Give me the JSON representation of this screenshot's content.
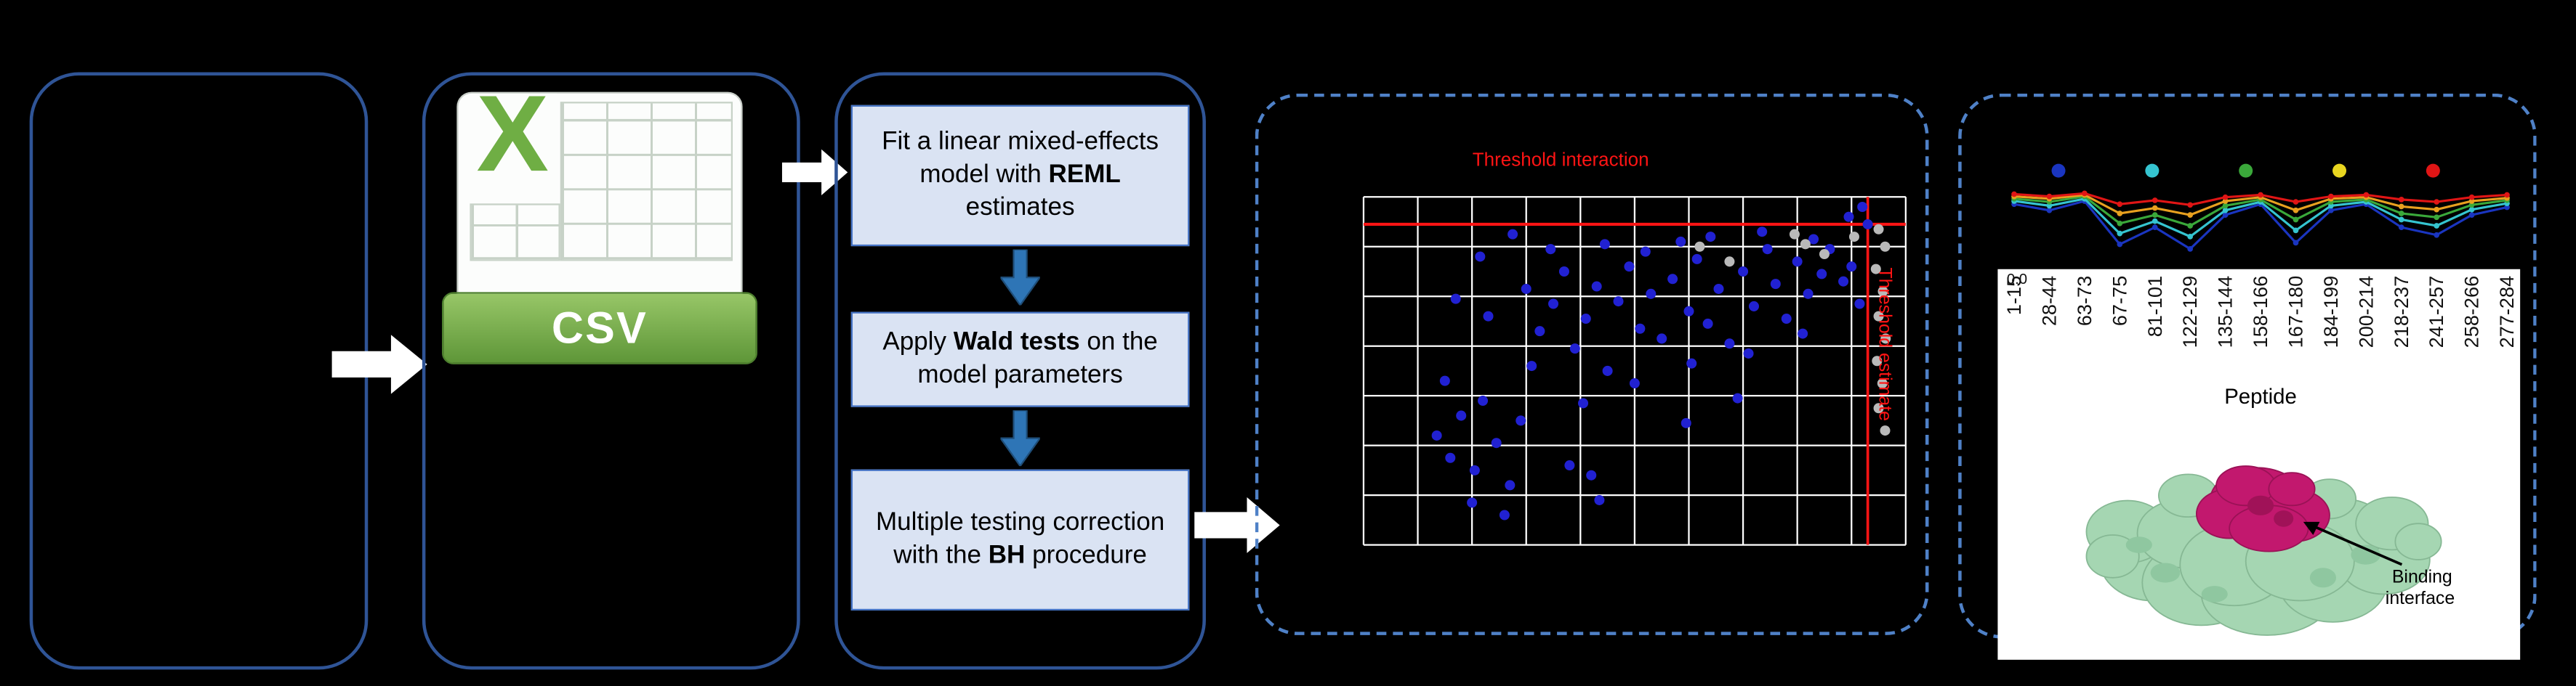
{
  "figure": {
    "csv_icon": {
      "letter": "X",
      "label": "CSV"
    },
    "steps": [
      {
        "before": "Fit a linear mixed-effects model with ",
        "bold": "REML",
        "after": " estimates"
      },
      {
        "before": "Apply ",
        "bold": "Wald tests",
        "after": " on the model parameters"
      },
      {
        "before": "Multiple testing correction with the ",
        "bold": "BH",
        "after": " procedure"
      }
    ],
    "protein_label_line1": "Binding",
    "protein_label_line2": "interface"
  },
  "chart_data": [
    {
      "id": "significance-scatter",
      "type": "scatter",
      "xlim": [
        0,
        10
      ],
      "ylim": [
        0,
        7
      ],
      "grid": true,
      "grid_color": "#ffffff",
      "threshold_color": "#ff1414",
      "thresholds": {
        "hline_y": 6.45,
        "vline_x": 9.3
      },
      "threshold_labels": {
        "top": "Threshold interaction",
        "right": "Threshold estimate"
      },
      "series": [
        {
          "color": "#2121d2",
          "points": [
            [
              1.35,
              2.2
            ],
            [
              1.6,
              1.75
            ],
            [
              1.8,
              2.6
            ],
            [
              2.05,
              1.5
            ],
            [
              2.2,
              2.9
            ],
            [
              2.45,
              2.05
            ],
            [
              2.7,
              1.2
            ],
            [
              1.5,
              3.3
            ],
            [
              2.9,
              2.5
            ],
            [
              2.0,
              0.85
            ],
            [
              2.6,
              0.6
            ],
            [
              3.1,
              3.6
            ],
            [
              3.25,
              4.3
            ],
            [
              3.0,
              5.15
            ],
            [
              3.5,
              4.85
            ],
            [
              3.7,
              5.5
            ],
            [
              3.45,
              5.95
            ],
            [
              3.9,
              3.95
            ],
            [
              4.1,
              4.55
            ],
            [
              4.3,
              5.2
            ],
            [
              4.05,
              2.85
            ],
            [
              4.5,
              3.5
            ],
            [
              4.7,
              4.9
            ],
            [
              4.9,
              5.6
            ],
            [
              4.45,
              6.05
            ],
            [
              5.1,
              4.35
            ],
            [
              5.3,
              5.05
            ],
            [
              5.0,
              3.25
            ],
            [
              5.5,
              4.15
            ],
            [
              5.7,
              5.35
            ],
            [
              5.2,
              5.9
            ],
            [
              5.85,
              6.1
            ],
            [
              6.0,
              4.7
            ],
            [
              6.15,
              5.75
            ],
            [
              6.35,
              4.45
            ],
            [
              6.05,
              3.65
            ],
            [
              6.55,
              5.15
            ],
            [
              6.75,
              4.05
            ],
            [
              6.4,
              6.2
            ],
            [
              7.0,
              5.5
            ],
            [
              7.2,
              4.8
            ],
            [
              7.45,
              5.95
            ],
            [
              7.1,
              3.85
            ],
            [
              7.6,
              5.25
            ],
            [
              7.8,
              4.55
            ],
            [
              7.35,
              6.3
            ],
            [
              8.0,
              5.7
            ],
            [
              8.2,
              5.05
            ],
            [
              8.45,
              5.45
            ],
            [
              8.1,
              4.25
            ],
            [
              8.6,
              5.95
            ],
            [
              8.85,
              5.3
            ],
            [
              8.3,
              6.15
            ],
            [
              9.0,
              5.6
            ],
            [
              9.15,
              4.85
            ],
            [
              9.3,
              6.45
            ],
            [
              8.95,
              6.6
            ],
            [
              9.2,
              6.8
            ],
            [
              4.2,
              1.4
            ],
            [
              5.95,
              2.45
            ],
            [
              6.9,
              2.95
            ],
            [
              4.35,
              0.9
            ],
            [
              2.3,
              4.6
            ],
            [
              1.7,
              4.95
            ],
            [
              2.15,
              5.8
            ],
            [
              2.75,
              6.25
            ],
            [
              3.8,
              1.6
            ]
          ]
        },
        {
          "color": "#b9b9b9",
          "points": [
            [
              9.5,
              6.35
            ],
            [
              9.62,
              6.0
            ],
            [
              9.45,
              5.55
            ],
            [
              9.58,
              5.1
            ],
            [
              9.5,
              4.6
            ],
            [
              9.63,
              4.15
            ],
            [
              9.47,
              3.7
            ],
            [
              9.57,
              3.25
            ],
            [
              9.5,
              2.75
            ],
            [
              9.62,
              2.3
            ],
            [
              8.15,
              6.05
            ],
            [
              8.5,
              5.85
            ],
            [
              7.95,
              6.25
            ],
            [
              9.05,
              6.2
            ],
            [
              6.2,
              6.0
            ],
            [
              6.75,
              5.7
            ]
          ]
        }
      ]
    },
    {
      "id": "deuterium-uptake-profile",
      "type": "line",
      "categories": [
        "1-15",
        "28-44",
        "63-73",
        "67-75",
        "81-101",
        "122-129",
        "135-144",
        "158-166",
        "167-180",
        "184-199",
        "200-214",
        "218-237",
        "241-257",
        "258-266",
        "277-284"
      ],
      "xlabel": "Peptide",
      "ylim": [
        0,
        1
      ],
      "ytick_labels": [
        "0.0"
      ],
      "legend": {
        "position": "top",
        "dot_colors": [
          "#1a35c0",
          "#35c4d0",
          "#3aa83a",
          "#e8d51f",
          "#e01515"
        ]
      },
      "series": [
        {
          "color": "#1a35c0",
          "values": [
            0.8,
            0.72,
            0.84,
            0.28,
            0.5,
            0.22,
            0.66,
            0.8,
            0.3,
            0.72,
            0.8,
            0.5,
            0.4,
            0.66,
            0.76
          ]
        },
        {
          "color": "#35c4d0",
          "values": [
            0.84,
            0.78,
            0.87,
            0.42,
            0.58,
            0.38,
            0.72,
            0.83,
            0.46,
            0.78,
            0.83,
            0.6,
            0.52,
            0.73,
            0.81
          ]
        },
        {
          "color": "#3aa83a",
          "values": [
            0.87,
            0.83,
            0.9,
            0.55,
            0.66,
            0.52,
            0.78,
            0.86,
            0.6,
            0.83,
            0.86,
            0.68,
            0.63,
            0.79,
            0.85
          ]
        },
        {
          "color": "#e8a01f",
          "values": [
            0.9,
            0.87,
            0.92,
            0.68,
            0.75,
            0.66,
            0.84,
            0.89,
            0.72,
            0.87,
            0.89,
            0.77,
            0.73,
            0.84,
            0.88
          ]
        },
        {
          "color": "#e01515",
          "values": [
            0.93,
            0.9,
            0.94,
            0.8,
            0.85,
            0.79,
            0.89,
            0.92,
            0.83,
            0.9,
            0.92,
            0.86,
            0.83,
            0.89,
            0.92
          ]
        }
      ]
    }
  ]
}
